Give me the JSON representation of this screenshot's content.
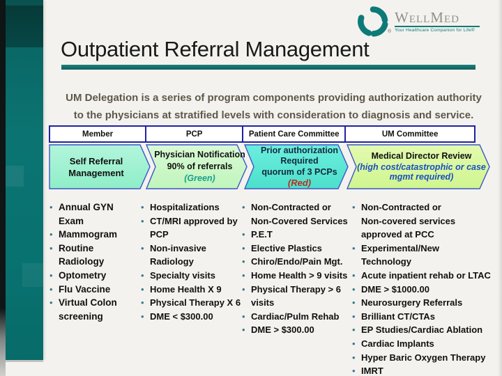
{
  "slide_title": "Outpatient Referral Management",
  "logo": {
    "name": "WellMed",
    "registered": "®",
    "tagline": "Your Healthcare Companion for Life®"
  },
  "intro": {
    "text": "UM Delegation is a series of program components providing authorization authority\nto the physicians at stratified levels with consideration to diagnosis and service."
  },
  "table": {
    "headers": [
      "Member",
      "PCP",
      "Patient Care Committee",
      "UM Committee"
    ]
  },
  "flow": {
    "steps": [
      {
        "label": "Self Referral\nManagement",
        "note": "",
        "fill": "#a3f1d1"
      },
      {
        "label": "Physician Notification\n90% of referrals",
        "note": "(Green)",
        "note_color": "#18a08e",
        "fill": "#cdf8c9"
      },
      {
        "label": "Prior authorization\nRequired\nquorum of 3 PCPs",
        "note": "(Red)",
        "note_color": "#bf2b1a",
        "fill": "#5ce9d6"
      },
      {
        "label": "Medical Director Review",
        "note": "(high cost/catastrophic or case\nmgmt required)",
        "note_color": "#1b4fc1",
        "fill": "#daf89f"
      }
    ]
  },
  "lists": {
    "columns": [
      {
        "items": [
          "Annual GYN\nExam",
          "Mammogram",
          "Routine\nRadiology",
          "Optometry",
          "Flu Vaccine",
          "Virtual Colon\nscreening"
        ]
      },
      {
        "items": [
          "Hospitalizations",
          "CT/MRI approved by\nPCP",
          "Non-invasive\nRadiology",
          "Specialty visits",
          "Home Health X 9",
          "Physical Therapy X 6",
          "DME < $300.00"
        ]
      },
      {
        "items": [
          "Non-Contracted or\nNon-Covered Services",
          "P.E.T",
          "Elective Plastics",
          "Chiro/Endo/Pain Mgt.",
          "Home Health > 9 visits",
          "Physical Therapy > 6\nvisits",
          "Cardiac/Pulm Rehab",
          "DME > $300.00"
        ]
      },
      {
        "items": [
          "Non-Contracted or\nNon-covered services\napproved at PCC",
          "Experimental/New\nTechnology",
          "Acute inpatient rehab or LTAC",
          "DME > $1000.00",
          "Neurosurgery Referrals",
          "Brilliant CT/CTAs",
          "EP Studies/Cardiac Ablation",
          "Cardiac Implants",
          "Hyper Baric Oxygen Therapy",
          "IMRT"
        ]
      }
    ]
  },
  "colors": {
    "accent_teal": "#12706e",
    "sidebar_teal": "#0b7472",
    "navy_border": "#1e22a2",
    "chevron_border": "#3b55c8",
    "intro_text": "#5e584a",
    "bullet": "#35798a",
    "green_note": "#18a08e",
    "red_note": "#bf2b1a",
    "blue_note": "#1b4fc1"
  }
}
